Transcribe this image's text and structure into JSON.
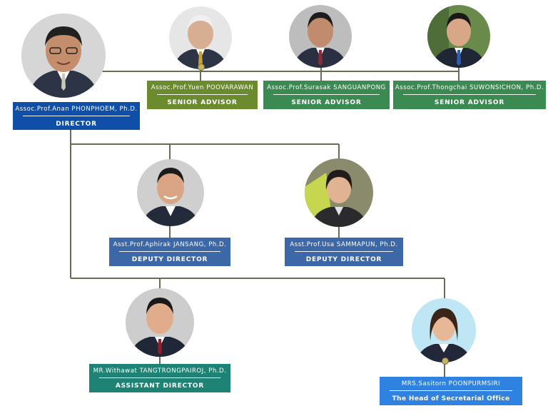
{
  "colors": {
    "connector": "#6b6b55",
    "director_blue": "#0f4fa8",
    "olive_green": "#6c8b2e",
    "green": "#3b8a52",
    "deputy_blue": "#3d68a8",
    "teal": "#1e8275",
    "secretary_blue": "#2f82e0"
  },
  "people": [
    {
      "name": "Assoc.Prof.Anan PHONPHOEM, Ph.D.",
      "role": "DIRECTOR",
      "icon": "portrait-icon"
    },
    {
      "name": "Assoc.Prof.Yuen POOVARAWAN",
      "role": "SENIOR ADVISOR",
      "icon": "portrait-icon"
    },
    {
      "name": "Assoc.Prof.Surasak SANGUANPONG",
      "role": "SENIOR ADVISOR",
      "icon": "portrait-icon"
    },
    {
      "name": "Assoc.Prof.Thongchai SUWONSICHON, Ph.D.",
      "role": "SENIOR ADVISOR",
      "icon": "portrait-icon"
    },
    {
      "name": "Asst.Prof.Aphirak JANSANG, Ph.D.",
      "role": "DEPUTY DIRECTOR",
      "icon": "portrait-icon"
    },
    {
      "name": "Asst.Prof.Usa SAMMAPUN, Ph.D.",
      "role": "DEPUTY DIRECTOR",
      "icon": "portrait-icon"
    },
    {
      "name": "MR.Withawat TANGTRONGPAIROJ, Ph.D.",
      "role": "ASSISTANT DIRECTOR",
      "icon": "portrait-icon"
    },
    {
      "name": "MRS.Sasitorn POONPURMSIRI",
      "role": "The Head of Secretarial Office",
      "icon": "portrait-icon"
    }
  ]
}
